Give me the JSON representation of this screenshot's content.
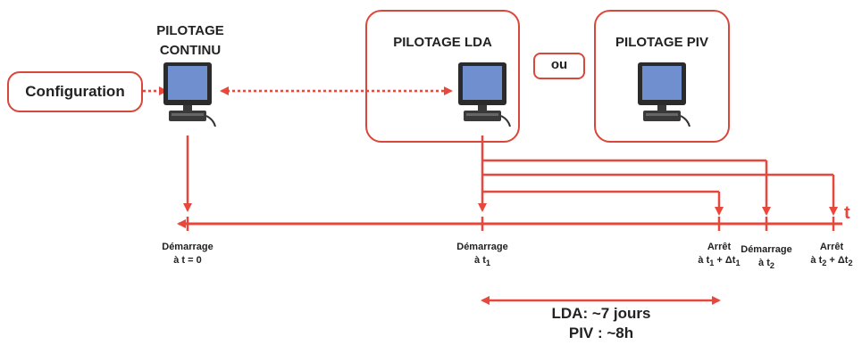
{
  "boxes": {
    "configuration": "Configuration",
    "continu_line1": "PILOTAGE",
    "continu_line2": "CONTINU",
    "lda": "PILOTAGE LDA",
    "ou": "ou",
    "piv": "PILOTAGE PIV"
  },
  "timeline": {
    "axis_label": "t",
    "events": [
      {
        "label": "Démarrage",
        "sub": "à t = 0"
      },
      {
        "label": "Démarrage",
        "sub_prefix": "à t",
        "sub_sub": "1",
        "sub_suffix": ""
      },
      {
        "label": "Arrêt",
        "sub_prefix": "à t",
        "sub_sub": "1",
        "sub_suffix": " + Δt",
        "sub_sub2": "1"
      },
      {
        "label": "Démarrage",
        "sub_prefix": "à t",
        "sub_sub": "2",
        "sub_suffix": ""
      },
      {
        "label": "Arrêt",
        "sub_prefix": "à t",
        "sub_sub": "2",
        "sub_suffix": " + Δt",
        "sub_sub2": "2"
      }
    ]
  },
  "durations": {
    "lda": "LDA: ~7 jours",
    "piv": "PIV : ~8h"
  },
  "colors": {
    "accent": "#e8473b",
    "box_border": "#d9473b",
    "text": "#222222",
    "screen": "#6f8fcf"
  },
  "icons": [
    "computer-icon-continu",
    "computer-icon-lda",
    "computer-icon-piv"
  ]
}
